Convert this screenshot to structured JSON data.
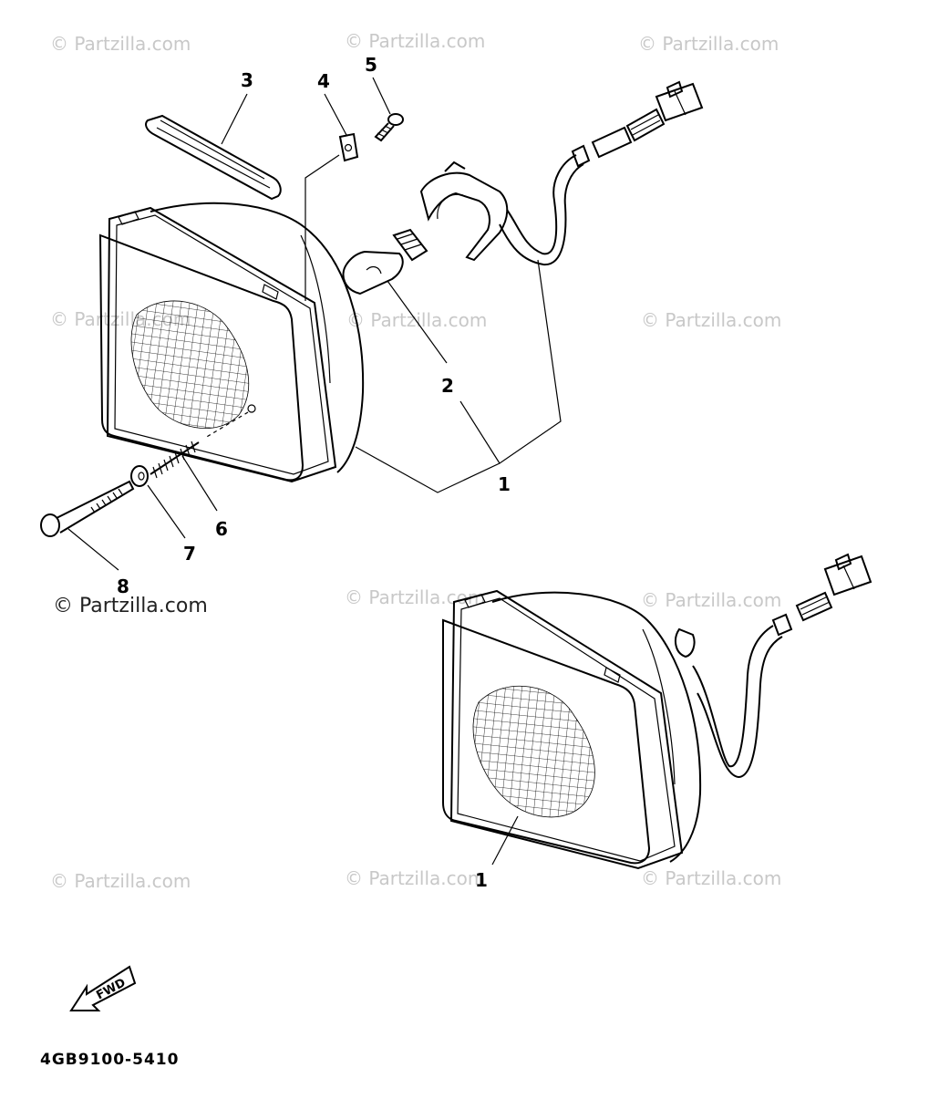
{
  "watermarks": {
    "w1": "© Partzilla.com",
    "w2": "© Partzilla.com",
    "w3": "© Partzilla.com",
    "w4": "© Partzilla.com",
    "w5": "© Partzilla.com",
    "w6": "© Partzilla.com",
    "w7": "© Partzilla.com",
    "w8": "© Partzilla.com",
    "w9": "© Partzilla.com",
    "w10": "© Partzilla.com",
    "w11": "© Partzilla.com",
    "w12": "© Partzilla.com"
  },
  "callouts": {
    "c1a": "1",
    "c1b": "1",
    "c2": "2",
    "c3": "3",
    "c4": "4",
    "c5": "5",
    "c6": "6",
    "c7": "7",
    "c8": "8"
  },
  "fwd_label": "FWD",
  "diagram_code": "4GB9100-5410",
  "colors": {
    "line": "#000000",
    "watermark": "#c8c8c8",
    "background": "#ffffff"
  }
}
